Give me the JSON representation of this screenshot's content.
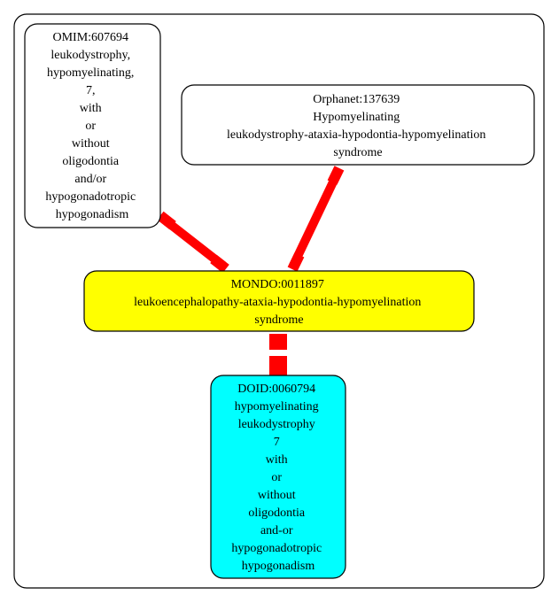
{
  "colors": {
    "edge": "#ff0000",
    "center_fill": "#ffff00",
    "doid_fill": "#00ffff",
    "default_fill": "#ffffff",
    "stroke": "#000000"
  },
  "nodes": {
    "omim": {
      "lines": [
        "OMIM:607694",
        "leukodystrophy,",
        "hypomyelinating,",
        "7,",
        "with",
        "or",
        "without",
        "oligodontia",
        "and/or",
        "hypogonadotropic",
        "hypogonadism"
      ]
    },
    "orphanet": {
      "lines": [
        "Orphanet:137639",
        "Hypomyelinating",
        "leukodystrophy-ataxia-hypodontia-hypomyelination",
        "syndrome"
      ]
    },
    "mondo": {
      "lines": [
        "MONDO:0011897",
        "leukoencephalopathy-ataxia-hypodontia-hypomyelination",
        "syndrome"
      ]
    },
    "doid": {
      "lines": [
        "DOID:0060794",
        "hypomyelinating",
        "leukodystrophy",
        "7",
        "with",
        "or",
        "without",
        "oligodontia",
        "and-or",
        "hypogonadotropic",
        "hypogonadism"
      ]
    }
  }
}
